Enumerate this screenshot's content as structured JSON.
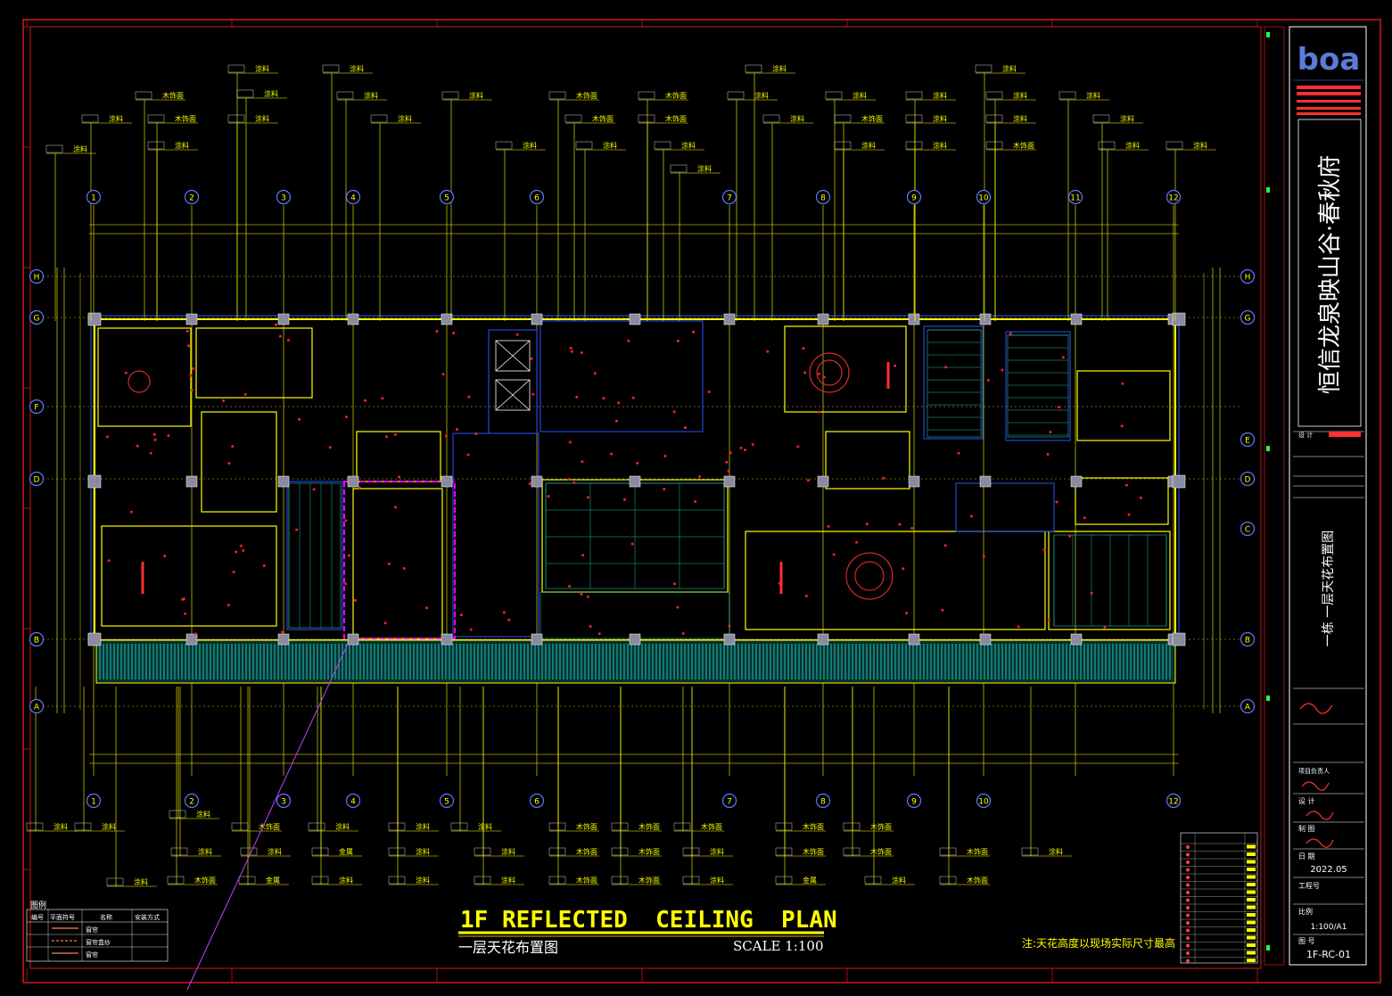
{
  "drawing": {
    "title_en": "1F REFLECTED  CEILING  PLAN",
    "title_cn": "一层天花布置图",
    "scale": "SCALE 1:100",
    "note": "注:天花高度以现场实际尺寸最高"
  },
  "title_block": {
    "logo_text": "boa",
    "project_name": "恒信龙泉映山谷·春秋府",
    "sheet_name": "一栋  一层天花布置图",
    "design_label": "设  计",
    "drawing_label": "制  图",
    "project_lead_label": "项目负责人",
    "date_label": "日  期",
    "date_value": "2022.05",
    "job_no_label": "工程号",
    "scale_label": "比例",
    "scale_value": "1:100/A1",
    "sheet_no_label": "图  号",
    "sheet_no_value": "1F-RC-01"
  },
  "axes": {
    "numbers": [
      "1",
      "2",
      "3",
      "4",
      "5",
      "6",
      "7",
      "8",
      "9",
      "10",
      "11",
      "12"
    ],
    "bottom_numbers": [
      "1",
      "2",
      "3",
      "4",
      "5",
      "6",
      "7",
      "8",
      "9",
      "10",
      "12"
    ],
    "letters_left": [
      "H",
      "G",
      "F",
      "D",
      "B",
      "A"
    ],
    "letters_right": [
      "H",
      "G",
      "E",
      "D",
      "C",
      "B",
      "A"
    ]
  },
  "legend": {
    "title": "图例",
    "headers": [
      "编号",
      "平面符号",
      "名称",
      "安装方式"
    ],
    "rows": [
      "窗帘",
      "窗帘盒纱",
      "窗帘"
    ]
  },
  "labels": {
    "material_paint": "涂料",
    "material_wood": "木饰面",
    "material_metal": "金属"
  },
  "colors": {
    "background": "#000000",
    "frame": "#ff2020",
    "wall": "#ffff00",
    "grid": "#ffff00",
    "accent_blue": "#2b52ff",
    "cyan": "#00ffff",
    "magenta": "#ff00ff",
    "title_block": "#ffffff",
    "logo": "#5a7bd6"
  }
}
